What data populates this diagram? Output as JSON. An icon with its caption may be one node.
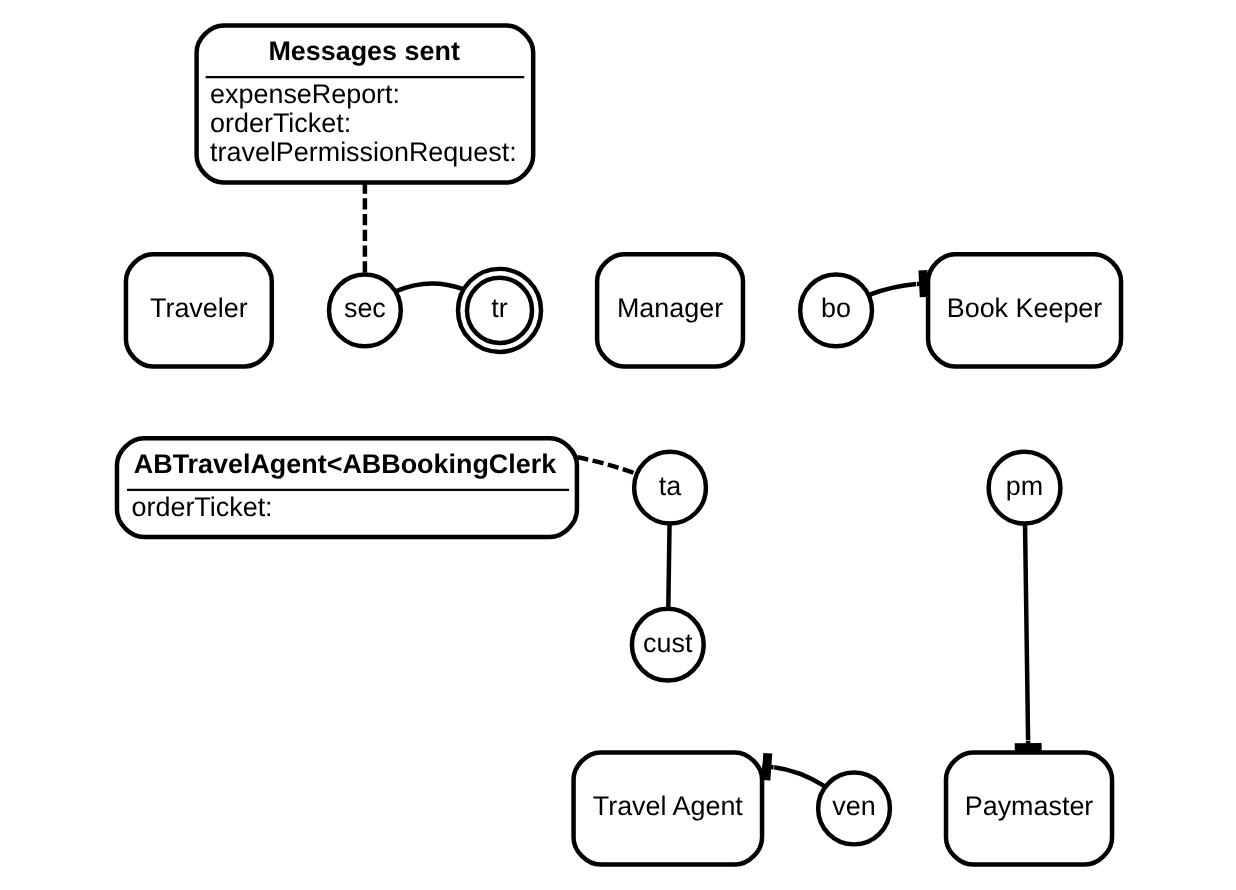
{
  "diagram": {
    "nodes": [
      {
        "text": [
          "Messages sent",
          "expenseReport:",
          "orderTicket:",
          "travelPermissionRequest:"
        ]
      },
      {
        "text": [
          "Traveler"
        ]
      },
      {
        "text": [
          "sec"
        ]
      },
      {
        "text": [
          "tr"
        ]
      },
      {
        "text": [
          "Manager"
        ]
      },
      {
        "text": [
          "bo"
        ]
      },
      {
        "text": [
          "Book Keeper"
        ]
      },
      {
        "text": [
          "ABTravelAgent<ABBookingClerk",
          "orderTicket:"
        ]
      },
      {
        "text": [
          "ta"
        ]
      },
      {
        "text": [
          "pm"
        ]
      },
      {
        "text": [
          "cust"
        ]
      },
      {
        "text": [
          "Travel Agent"
        ]
      },
      {
        "text": [
          "ven"
        ]
      },
      {
        "text": [
          "Paymaster"
        ]
      }
    ],
    "edges": [
      {
        "from": 0,
        "to": 2,
        "arrow": "none",
        "style": "dashed"
      },
      {
        "from": 2,
        "to": 3,
        "arrow": "none"
      },
      {
        "from": 5,
        "to": 6,
        "arrow": "other"
      },
      {
        "from": 7,
        "to": 8,
        "arrow": "none",
        "style": "dashed"
      },
      {
        "from": 8,
        "to": 10,
        "arrow": "none"
      },
      {
        "from": 9,
        "to": 13,
        "arrow": "other"
      },
      {
        "from": 12,
        "to": 11,
        "arrow": "other"
      }
    ]
  }
}
